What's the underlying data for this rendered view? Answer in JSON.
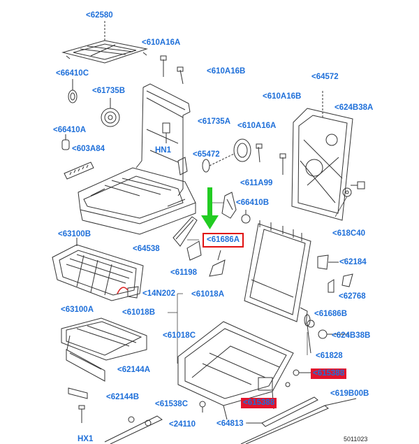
{
  "diagram": {
    "labels": [
      {
        "id": "62580",
        "text": "<62580"
      },
      {
        "id": "610A16A-top",
        "text": "<610A16A"
      },
      {
        "id": "66410C",
        "text": "<66410C"
      },
      {
        "id": "610A16B-mid",
        "text": "<610A16B"
      },
      {
        "id": "64572",
        "text": "<64572"
      },
      {
        "id": "61735B",
        "text": "<61735B"
      },
      {
        "id": "610A16B-right",
        "text": "<610A16B"
      },
      {
        "id": "624B38A",
        "text": "<624B38A"
      },
      {
        "id": "66410A",
        "text": "<66410A"
      },
      {
        "id": "61735A",
        "text": "<61735A"
      },
      {
        "id": "610A16A-mid",
        "text": "<610A16A"
      },
      {
        "id": "603A84",
        "text": "<603A84"
      },
      {
        "id": "HN1",
        "text": "HN1"
      },
      {
        "id": "65472",
        "text": "<65472"
      },
      {
        "id": "611A99",
        "text": "<611A99"
      },
      {
        "id": "66410B",
        "text": "<66410B"
      },
      {
        "id": "63100B",
        "text": "<63100B"
      },
      {
        "id": "618C40",
        "text": "<618C40"
      },
      {
        "id": "61686A",
        "text": "<61686A"
      },
      {
        "id": "64538",
        "text": "<64538"
      },
      {
        "id": "62184",
        "text": "<62184"
      },
      {
        "id": "61198",
        "text": "<61198"
      },
      {
        "id": "14N202",
        "text": "<14N202"
      },
      {
        "id": "61018A",
        "text": "<61018A"
      },
      {
        "id": "62768",
        "text": "<62768"
      },
      {
        "id": "63100A",
        "text": "<63100A"
      },
      {
        "id": "61018B",
        "text": "<61018B"
      },
      {
        "id": "61686B",
        "text": "<61686B"
      },
      {
        "id": "61018C",
        "text": "<61018C"
      },
      {
        "id": "624B38B",
        "text": "<624B38B"
      },
      {
        "id": "61828",
        "text": "<61828"
      },
      {
        "id": "62144A",
        "text": "<62144A"
      },
      {
        "id": "615388",
        "text": "<615388"
      },
      {
        "id": "62144B",
        "text": "<62144B"
      },
      {
        "id": "61538C",
        "text": "<61538C"
      },
      {
        "id": "615388B",
        "text": "<615388"
      },
      {
        "id": "619B00B",
        "text": "<619B00B"
      },
      {
        "id": "24110",
        "text": "<24110"
      },
      {
        "id": "64813",
        "text": "<64813"
      },
      {
        "id": "HX1",
        "text": "HX1"
      }
    ],
    "drawing_code": "5011023",
    "colors": {
      "label": "#1e6fd9",
      "highlight_box": "#e01010",
      "highlight_fill": "#e2142d",
      "arrow": "#22cc22",
      "line": "#333333"
    }
  }
}
